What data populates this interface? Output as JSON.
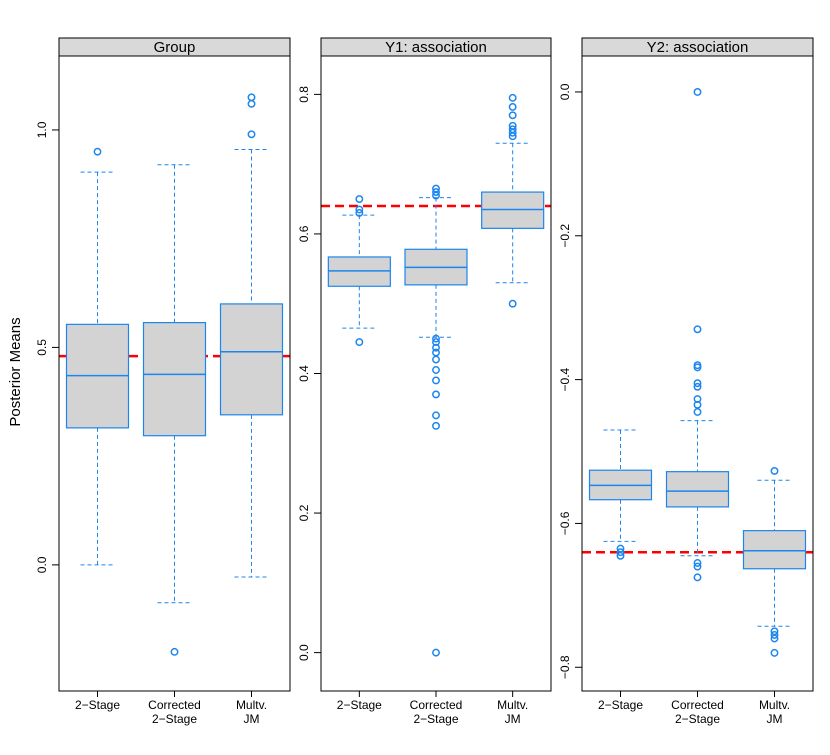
{
  "y_axis_label": "Posterior Means",
  "colors": {
    "box_stroke": "#1c86ee",
    "box_fill": "#d3d3d3",
    "reference_line": "#ff0000",
    "strip_fill": "#d9d9d9"
  },
  "chart_data": [
    {
      "type": "boxplot",
      "title": "Group",
      "categories": [
        "2-Stage",
        "Corrected\n2-Stage",
        "Multv.\nJM"
      ],
      "ylim": [
        -0.29,
        1.17
      ],
      "yticks": [
        0.0,
        0.5,
        1.0
      ],
      "ytick_labels": [
        "0.0",
        "0.5",
        "1.0"
      ],
      "reference_line": 0.48,
      "series": [
        {
          "whisker_low": 0.0,
          "q1": 0.315,
          "median": 0.435,
          "q3": 0.553,
          "whisker_high": 0.903,
          "outliers": [
            0.95
          ]
        },
        {
          "whisker_low": -0.087,
          "q1": 0.297,
          "median": 0.438,
          "q3": 0.557,
          "whisker_high": 0.92,
          "outliers": [
            -0.2
          ]
        },
        {
          "whisker_low": -0.028,
          "q1": 0.345,
          "median": 0.49,
          "q3": 0.6,
          "whisker_high": 0.955,
          "outliers": [
            0.99,
            1.06,
            1.075
          ]
        }
      ]
    },
    {
      "type": "boxplot",
      "title": "Y1: association",
      "categories": [
        "2-Stage",
        "Corrected\n2-Stage",
        "Multv.\nJM"
      ],
      "ylim": [
        -0.055,
        0.855
      ],
      "yticks": [
        0.0,
        0.2,
        0.4,
        0.6,
        0.8
      ],
      "ytick_labels": [
        "0.0",
        "0.2",
        "0.4",
        "0.6",
        "0.8"
      ],
      "reference_line": 0.64,
      "series": [
        {
          "whisker_low": 0.465,
          "q1": 0.525,
          "median": 0.547,
          "q3": 0.567,
          "whisker_high": 0.627,
          "outliers": [
            0.445,
            0.63,
            0.635,
            0.65
          ]
        },
        {
          "whisker_low": 0.452,
          "q1": 0.527,
          "median": 0.552,
          "q3": 0.578,
          "whisker_high": 0.652,
          "outliers": [
            0.0,
            0.325,
            0.34,
            0.37,
            0.39,
            0.405,
            0.42,
            0.43,
            0.437,
            0.445,
            0.45,
            0.655,
            0.66,
            0.665
          ]
        },
        {
          "whisker_low": 0.53,
          "q1": 0.608,
          "median": 0.635,
          "q3": 0.66,
          "whisker_high": 0.73,
          "outliers": [
            0.5,
            0.74,
            0.745,
            0.75,
            0.755,
            0.77,
            0.782,
            0.795
          ]
        }
      ]
    },
    {
      "type": "boxplot",
      "title": "Y2: association",
      "categories": [
        "2-Stage",
        "Corrected\n2-Stage",
        "Multv.\nJM"
      ],
      "ylim": [
        -0.833,
        0.05
      ],
      "yticks": [
        0.0,
        -0.2,
        -0.4,
        -0.6,
        -0.8
      ],
      "ytick_labels": [
        "0.0",
        "−0.2",
        "−0.4",
        "−0.6",
        "−0.8"
      ],
      "reference_line": -0.64,
      "series": [
        {
          "whisker_low": -0.625,
          "q1": -0.567,
          "median": -0.547,
          "q3": -0.526,
          "whisker_high": -0.47,
          "outliers": [
            -0.635,
            -0.64,
            -0.645
          ]
        },
        {
          "whisker_low": -0.645,
          "q1": -0.577,
          "median": -0.555,
          "q3": -0.528,
          "whisker_high": -0.457,
          "outliers": [
            0.0,
            -0.33,
            -0.38,
            -0.383,
            -0.405,
            -0.41,
            -0.427,
            -0.435,
            -0.445,
            -0.655,
            -0.66,
            -0.675
          ]
        },
        {
          "whisker_low": -0.743,
          "q1": -0.663,
          "median": -0.638,
          "q3": -0.61,
          "whisker_high": -0.54,
          "outliers": [
            -0.527,
            -0.75,
            -0.755,
            -0.76,
            -0.78
          ]
        }
      ]
    }
  ]
}
